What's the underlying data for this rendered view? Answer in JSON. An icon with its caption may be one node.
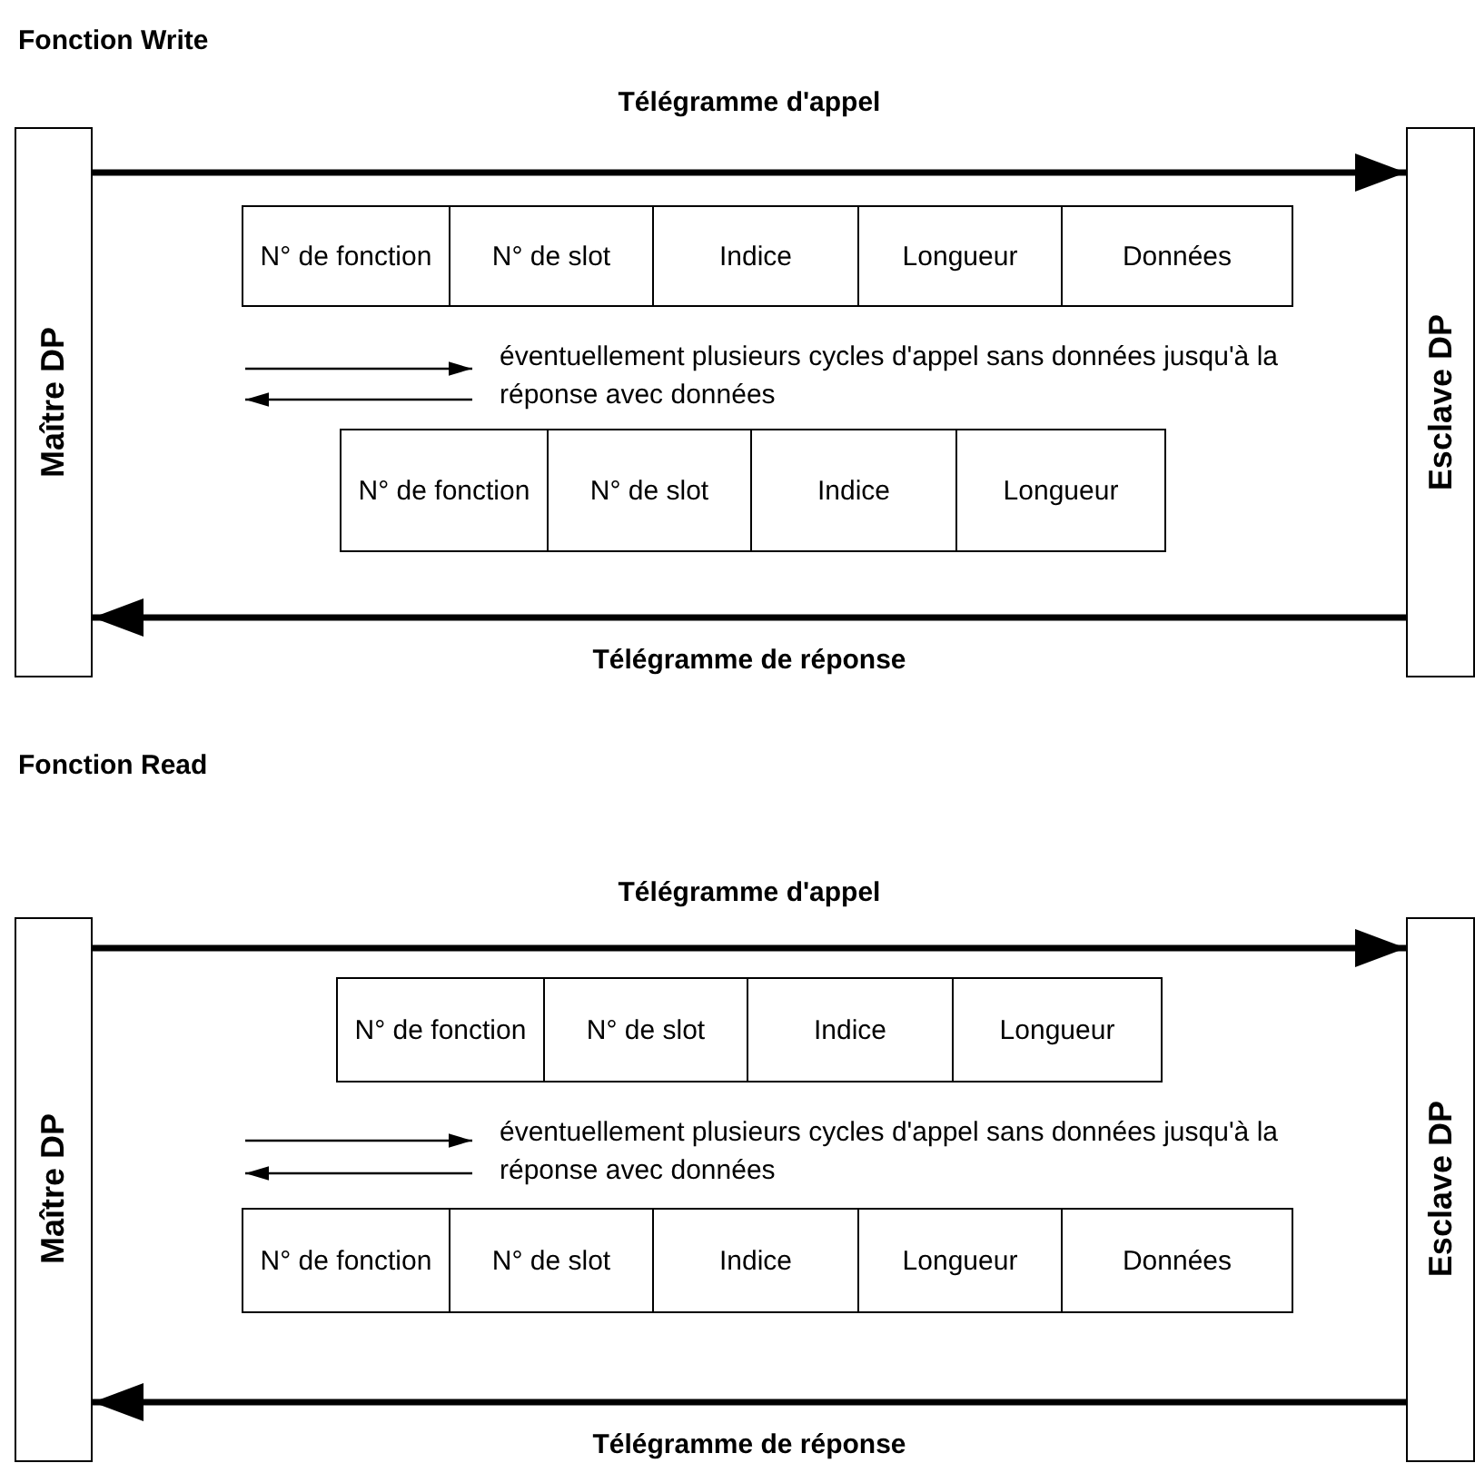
{
  "diagram": {
    "nodes": [
      {
        "text": [
          "Maître DP"
        ]
      },
      {
        "text": [
          "Esclave DP"
        ]
      },
      {
        "text": [
          "N° de fonction"
        ]
      },
      {
        "text": [
          "N° de slot"
        ]
      },
      {
        "text": [
          "Indice"
        ]
      },
      {
        "text": [
          "Longueur"
        ]
      },
      {
        "text": [
          "Données"
        ]
      },
      {
        "text": [
          "N° de fonction"
        ]
      },
      {
        "text": [
          "N° de slot"
        ]
      },
      {
        "text": [
          "Indice"
        ]
      },
      {
        "text": [
          "Longueur"
        ]
      },
      {
        "text": [
          "Maître DP"
        ]
      },
      {
        "text": [
          "Esclave DP"
        ]
      },
      {
        "text": [
          "N° de fonction"
        ]
      },
      {
        "text": [
          "N° de slot"
        ]
      },
      {
        "text": [
          "Indice"
        ]
      },
      {
        "text": [
          "Longueur"
        ]
      },
      {
        "text": [
          "N° de fonction"
        ]
      },
      {
        "text": [
          "N° de slot"
        ]
      },
      {
        "text": [
          "Indice"
        ]
      },
      {
        "text": [
          "Longueur"
        ]
      },
      {
        "text": [
          "Données"
        ]
      }
    ],
    "edges": [
      {
        "from": 0,
        "to": 1,
        "arrow": "to",
        "label": "Télégramme d'appel"
      },
      {
        "from": 1,
        "to": 0,
        "arrow": "to",
        "label": "Télégramme de réponse"
      },
      {
        "from": 11,
        "to": 12,
        "arrow": "to",
        "label": "Télégramme d'appel"
      },
      {
        "from": 12,
        "to": 11,
        "arrow": "to",
        "label": "Télégramme de réponse"
      }
    ],
    "labels": [
      "Fonction Write",
      "éventuellement plusieurs cycles d'appel sans données jusqu'à la réponse avec données",
      "Fonction Read",
      "éventuellement plusieurs cycles d'appel sans données jusqu'à la réponse avec données"
    ]
  }
}
